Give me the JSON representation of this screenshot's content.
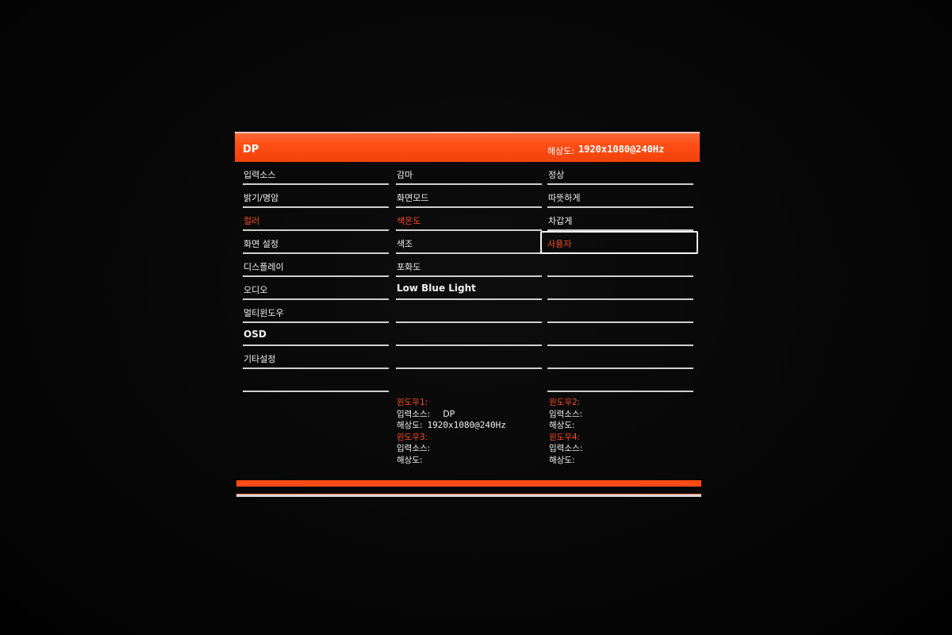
{
  "header": {
    "source": "DP",
    "resolution_label": "해상도:",
    "resolution_value": "1920x1080@240Hz"
  },
  "main_menu": [
    {
      "label": "입력소스"
    },
    {
      "label": "밝기/명암"
    },
    {
      "label": "컬러",
      "active": true
    },
    {
      "label": "화면 설정"
    },
    {
      "label": "디스플레이"
    },
    {
      "label": "오디오"
    },
    {
      "label": "멀티윈도우"
    },
    {
      "label": "OSD"
    },
    {
      "label": "기타설정"
    },
    {
      "label": ""
    }
  ],
  "color_menu": [
    {
      "label": "감마"
    },
    {
      "label": "화면모드"
    },
    {
      "label": "색온도",
      "active": true
    },
    {
      "label": "색조"
    },
    {
      "label": "포화도"
    },
    {
      "label": "Low Blue Light"
    },
    {
      "label": ""
    },
    {
      "label": ""
    },
    {
      "label": ""
    }
  ],
  "color_temp_menu": [
    {
      "label": "정상"
    },
    {
      "label": "따뜻하게"
    },
    {
      "label": "차갑게"
    },
    {
      "label": "사용자",
      "selected": true
    },
    {
      "label": ""
    },
    {
      "label": ""
    },
    {
      "label": ""
    },
    {
      "label": ""
    },
    {
      "label": ""
    },
    {
      "label": ""
    }
  ],
  "windows": {
    "window1": {
      "title": "윈도우1:",
      "source_label": "입력소스:",
      "source_value": "DP",
      "res_label": "해상도:",
      "res_value": "1920x1080@240Hz"
    },
    "window2": {
      "title": "윈도우2:",
      "source_label": "입력소스:",
      "source_value": "",
      "res_label": "해상도:",
      "res_value": ""
    },
    "window3": {
      "title": "윈도우3:",
      "source_label": "입력소스:",
      "source_value": "",
      "res_label": "해상도:",
      "res_value": ""
    },
    "window4": {
      "title": "윈도우4:",
      "source_label": "입력소스:",
      "source_value": "",
      "res_label": "해상도:",
      "res_value": ""
    }
  },
  "colors": {
    "accent": "#ff4a16",
    "text": "#f0f0f0",
    "background": "#050505"
  }
}
